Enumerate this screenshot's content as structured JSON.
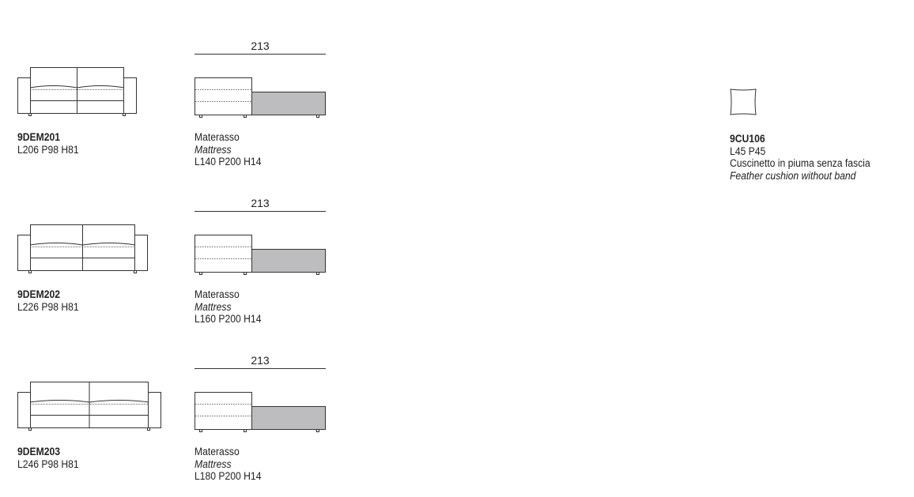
{
  "sofas": [
    {
      "code": "9DEM201",
      "dims": "L206 P98 H81",
      "mattress_width": "213",
      "mattress_it": "Materasso",
      "mattress_en": "Mattress",
      "mattress_dims": "L140 P200 H14"
    },
    {
      "code": "9DEM202",
      "dims": "L226 P98 H81",
      "mattress_width": "213",
      "mattress_it": "Materasso",
      "mattress_en": "Mattress",
      "mattress_dims": "L160 P200 H14"
    },
    {
      "code": "9DEM203",
      "dims": "L246 P98 H81",
      "mattress_width": "213",
      "mattress_it": "Materasso",
      "mattress_en": "Mattress",
      "mattress_dims": "L180 P200 H14"
    }
  ],
  "cushion": {
    "code": "9CU106",
    "dims": "L45 P45",
    "desc_it": "Cuscinetto in piuma senza fascia",
    "desc_en": "Feather cushion without band"
  },
  "colors": {
    "line": "#333333",
    "mattress_fill": "#bdbdc0"
  }
}
